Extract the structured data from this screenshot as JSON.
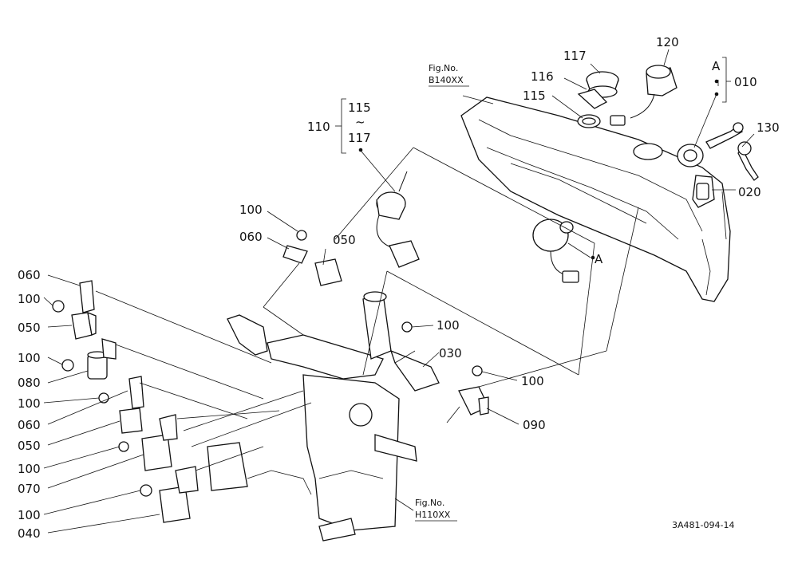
{
  "fig_refs": {
    "top": {
      "line1": "Fig.No.",
      "line2": "B140XX"
    },
    "bottom": {
      "line1": "Fig.No.",
      "line2": "H110XX"
    }
  },
  "part_labels": {
    "p117_top": "117",
    "p120": "120",
    "p116": "116",
    "p115_top": "115",
    "p010": "010",
    "pA_top": "A",
    "p130": "130",
    "p020": "020",
    "p110": "110",
    "p115_bracket": "115",
    "p117_bracket": "117",
    "tilde": "~",
    "pA_mid": "A",
    "p100_a": "100",
    "p060_a": "060",
    "p050_a": "050",
    "p060_b": "060",
    "p100_b": "100",
    "p050_b": "050",
    "p100_c": "100",
    "p080": "080",
    "p100_d": "100",
    "p060_c": "060",
    "p050_c": "050",
    "p100_e": "100",
    "p070": "070",
    "p100_f": "100",
    "p040": "040",
    "p100_g": "100",
    "p030": "030",
    "p100_h": "100",
    "p090": "090"
  },
  "diagram_code": "3A481-094-14"
}
